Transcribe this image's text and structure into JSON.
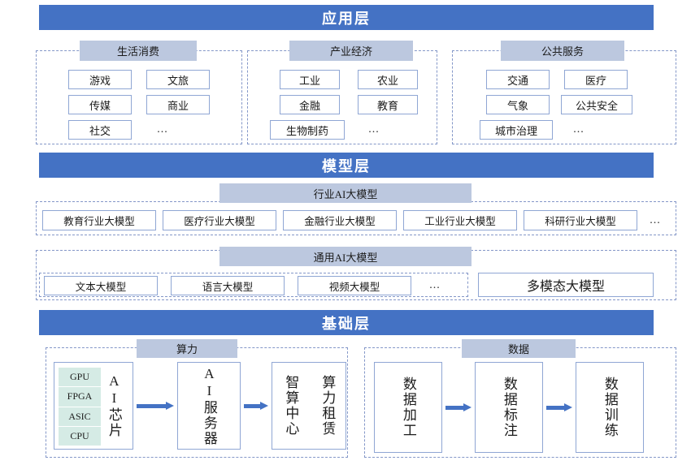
{
  "layers": [
    {
      "title": "应用层"
    },
    {
      "title": "模型层"
    },
    {
      "title": "基础层"
    }
  ],
  "application_layer": {
    "groups": [
      {
        "label": "生活消费",
        "items": [
          "游戏",
          "文旅",
          "传媒",
          "商业",
          "社交"
        ],
        "more": "..."
      },
      {
        "label": "产业经济",
        "items": [
          "工业",
          "农业",
          "金融",
          "教育",
          "生物制药"
        ],
        "more": "..."
      },
      {
        "label": "公共服务",
        "items": [
          "交通",
          "医疗",
          "气象",
          "公共安全",
          "城市治理"
        ],
        "more": "..."
      }
    ]
  },
  "model_layer": {
    "industry": {
      "label": "行业AI大模型",
      "items": [
        "教育行业大模型",
        "医疗行业大模型",
        "金融行业大模型",
        "工业行业大模型",
        "科研行业大模型"
      ],
      "more": "..."
    },
    "general": {
      "label": "通用AI大模型",
      "items": [
        "文本大模型",
        "语言大模型",
        "视频大模型"
      ],
      "more": "...",
      "multimodal": "多模态大模型"
    }
  },
  "base_layer": {
    "compute": {
      "label": "算力",
      "chip": {
        "accelerators": [
          "GPU",
          "FPGA",
          "ASIC",
          "CPU"
        ],
        "name": "AI芯片"
      },
      "server": "AI服务器",
      "center": [
        "智算中心",
        "算力租赁"
      ]
    },
    "data": {
      "label": "数据",
      "steps": [
        "数据加工",
        "数据标注",
        "数据训练"
      ]
    }
  },
  "colors": {
    "layer_bar": "#4472C4",
    "band": "#BCC8DF",
    "cell_border": "#8FA6D4",
    "dashed_border": "#8497C8",
    "arrow": "#4472C4",
    "chip_fill": "#D5EBE5"
  }
}
